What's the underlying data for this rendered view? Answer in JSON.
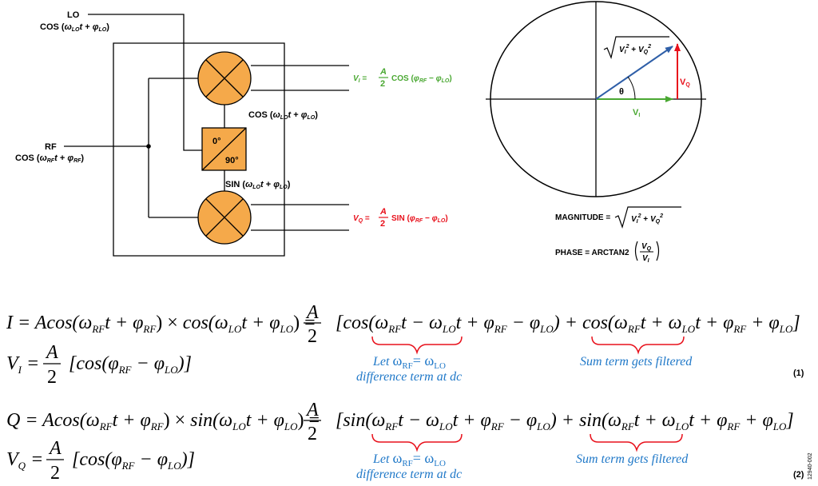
{
  "mixer_diagram": {
    "lo_label": "LO",
    "lo_signal": "COS (ωLOt + φLO)",
    "rf_label": "RF",
    "rf_signal": "COS (ωRFt + φRF)",
    "cos_label": "COS (ωLOt + φLO)",
    "sin_label": "SIN (ωLOt + φLO)",
    "phase_top": "0°",
    "phase_bottom": "90°",
    "vi_output": "VI = A/2 COS (φRF − φLO)",
    "vq_output": "VQ = A/2 SIN (φRF − φLO)"
  },
  "phasor": {
    "vector_label": "√(VI² + VQ²)",
    "theta": "θ",
    "vi": "VI",
    "vq": "VQ",
    "magnitude": "MAGNITUDE = √(VI² + VQ²)",
    "phase": "PHASE = ARCTAN2(VQ/VI)"
  },
  "equations": {
    "eq1_line1": "I = Acos(ωRFt + φRF) × cos(ωLOt + φLO) = A/2 [cos(ωRFt − ωLOt + φRF − φLO) + cos(ωRFt + ωLOt + φRF + φLO]",
    "eq1_line2": "VI = A/2 [cos(φRF − φLO)]",
    "eq1_note_left": "Let ωRF = ωLO difference term at dc",
    "eq1_note_right": "Sum term gets filtered",
    "eq1_number": "(1)",
    "eq2_line1": "Q = Acos(ωRFt + φRF) × sin(ωLOt + φLO) = A/2 [sin(ωRFt − ωLOt + φRF − φLO) + sin(ωRFt + ωLOt + φRF + φLO]",
    "eq2_line2": "VQ = A/2 [cos(φRF − φLO)]",
    "eq2_note_left": "Let ωRF = ωLO difference term at dc",
    "eq2_note_right": "Sum term gets filtered",
    "eq2_number": "(2)",
    "figure_id": "12940-002"
  },
  "colors": {
    "mixer_fill": "#f5a94a",
    "green": "#4aa832",
    "red": "#e8101b",
    "blue": "#2f5fa8",
    "note_blue": "#1f78c8"
  }
}
